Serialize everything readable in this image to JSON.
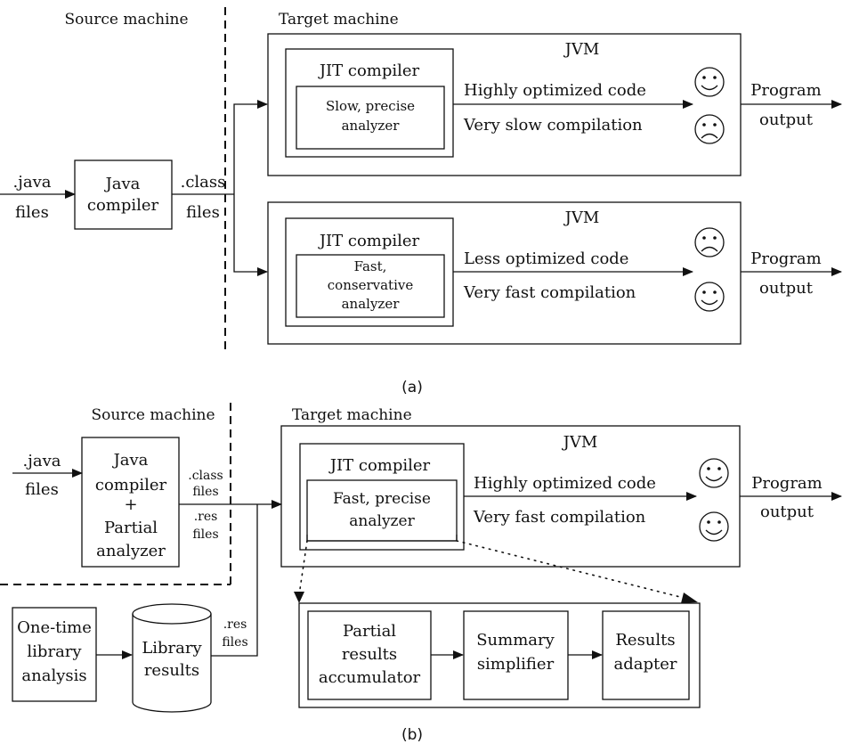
{
  "panel_a": {
    "source_machine": "Source machine",
    "target_machine": "Target machine",
    "java_files": [
      ".java",
      "files"
    ],
    "java_compiler": [
      "Java",
      "compiler"
    ],
    "class_files": [
      ".class",
      "files"
    ],
    "jvm_top": {
      "title": "JVM",
      "jit": "JIT compiler",
      "analyzer": [
        "Slow, precise",
        "analyzer"
      ],
      "code": "Highly optimized code",
      "compilation": "Very slow compilation",
      "code_face": "happy",
      "compilation_face": "sad",
      "output": [
        "Program",
        "output"
      ]
    },
    "jvm_bottom": {
      "title": "JVM",
      "jit": "JIT compiler",
      "analyzer": [
        "Fast,",
        "conservative",
        "analyzer"
      ],
      "code": "Less optimized code",
      "compilation": "Very fast compilation",
      "code_face": "sad",
      "compilation_face": "happy",
      "output": [
        "Program",
        "output"
      ]
    },
    "caption": "(a)"
  },
  "panel_b": {
    "source_machine": "Source machine",
    "target_machine": "Target machine",
    "java_files": [
      ".java",
      "files"
    ],
    "compiler": [
      "Java",
      "compiler",
      "+",
      "Partial",
      "analyzer"
    ],
    "class_files": [
      ".class",
      "files"
    ],
    "res_files": [
      ".res",
      "files"
    ],
    "library_analysis": [
      "One-time",
      "library",
      "analysis"
    ],
    "library_results": [
      "Library",
      "results"
    ],
    "lib_res_files": [
      ".res",
      "files"
    ],
    "jvm": {
      "title": "JVM",
      "jit": "JIT compiler",
      "analyzer": [
        "Fast, precise",
        "analyzer"
      ],
      "code": "Highly optimized code",
      "compilation": "Very fast compilation",
      "code_face": "happy",
      "compilation_face": "happy",
      "output": [
        "Program",
        "output"
      ]
    },
    "accumulator": [
      "Partial",
      "results",
      "accumulator"
    ],
    "simplifier": [
      "Summary",
      "simplifier"
    ],
    "adapter": [
      "Results",
      "adapter"
    ],
    "caption": "(b)"
  }
}
